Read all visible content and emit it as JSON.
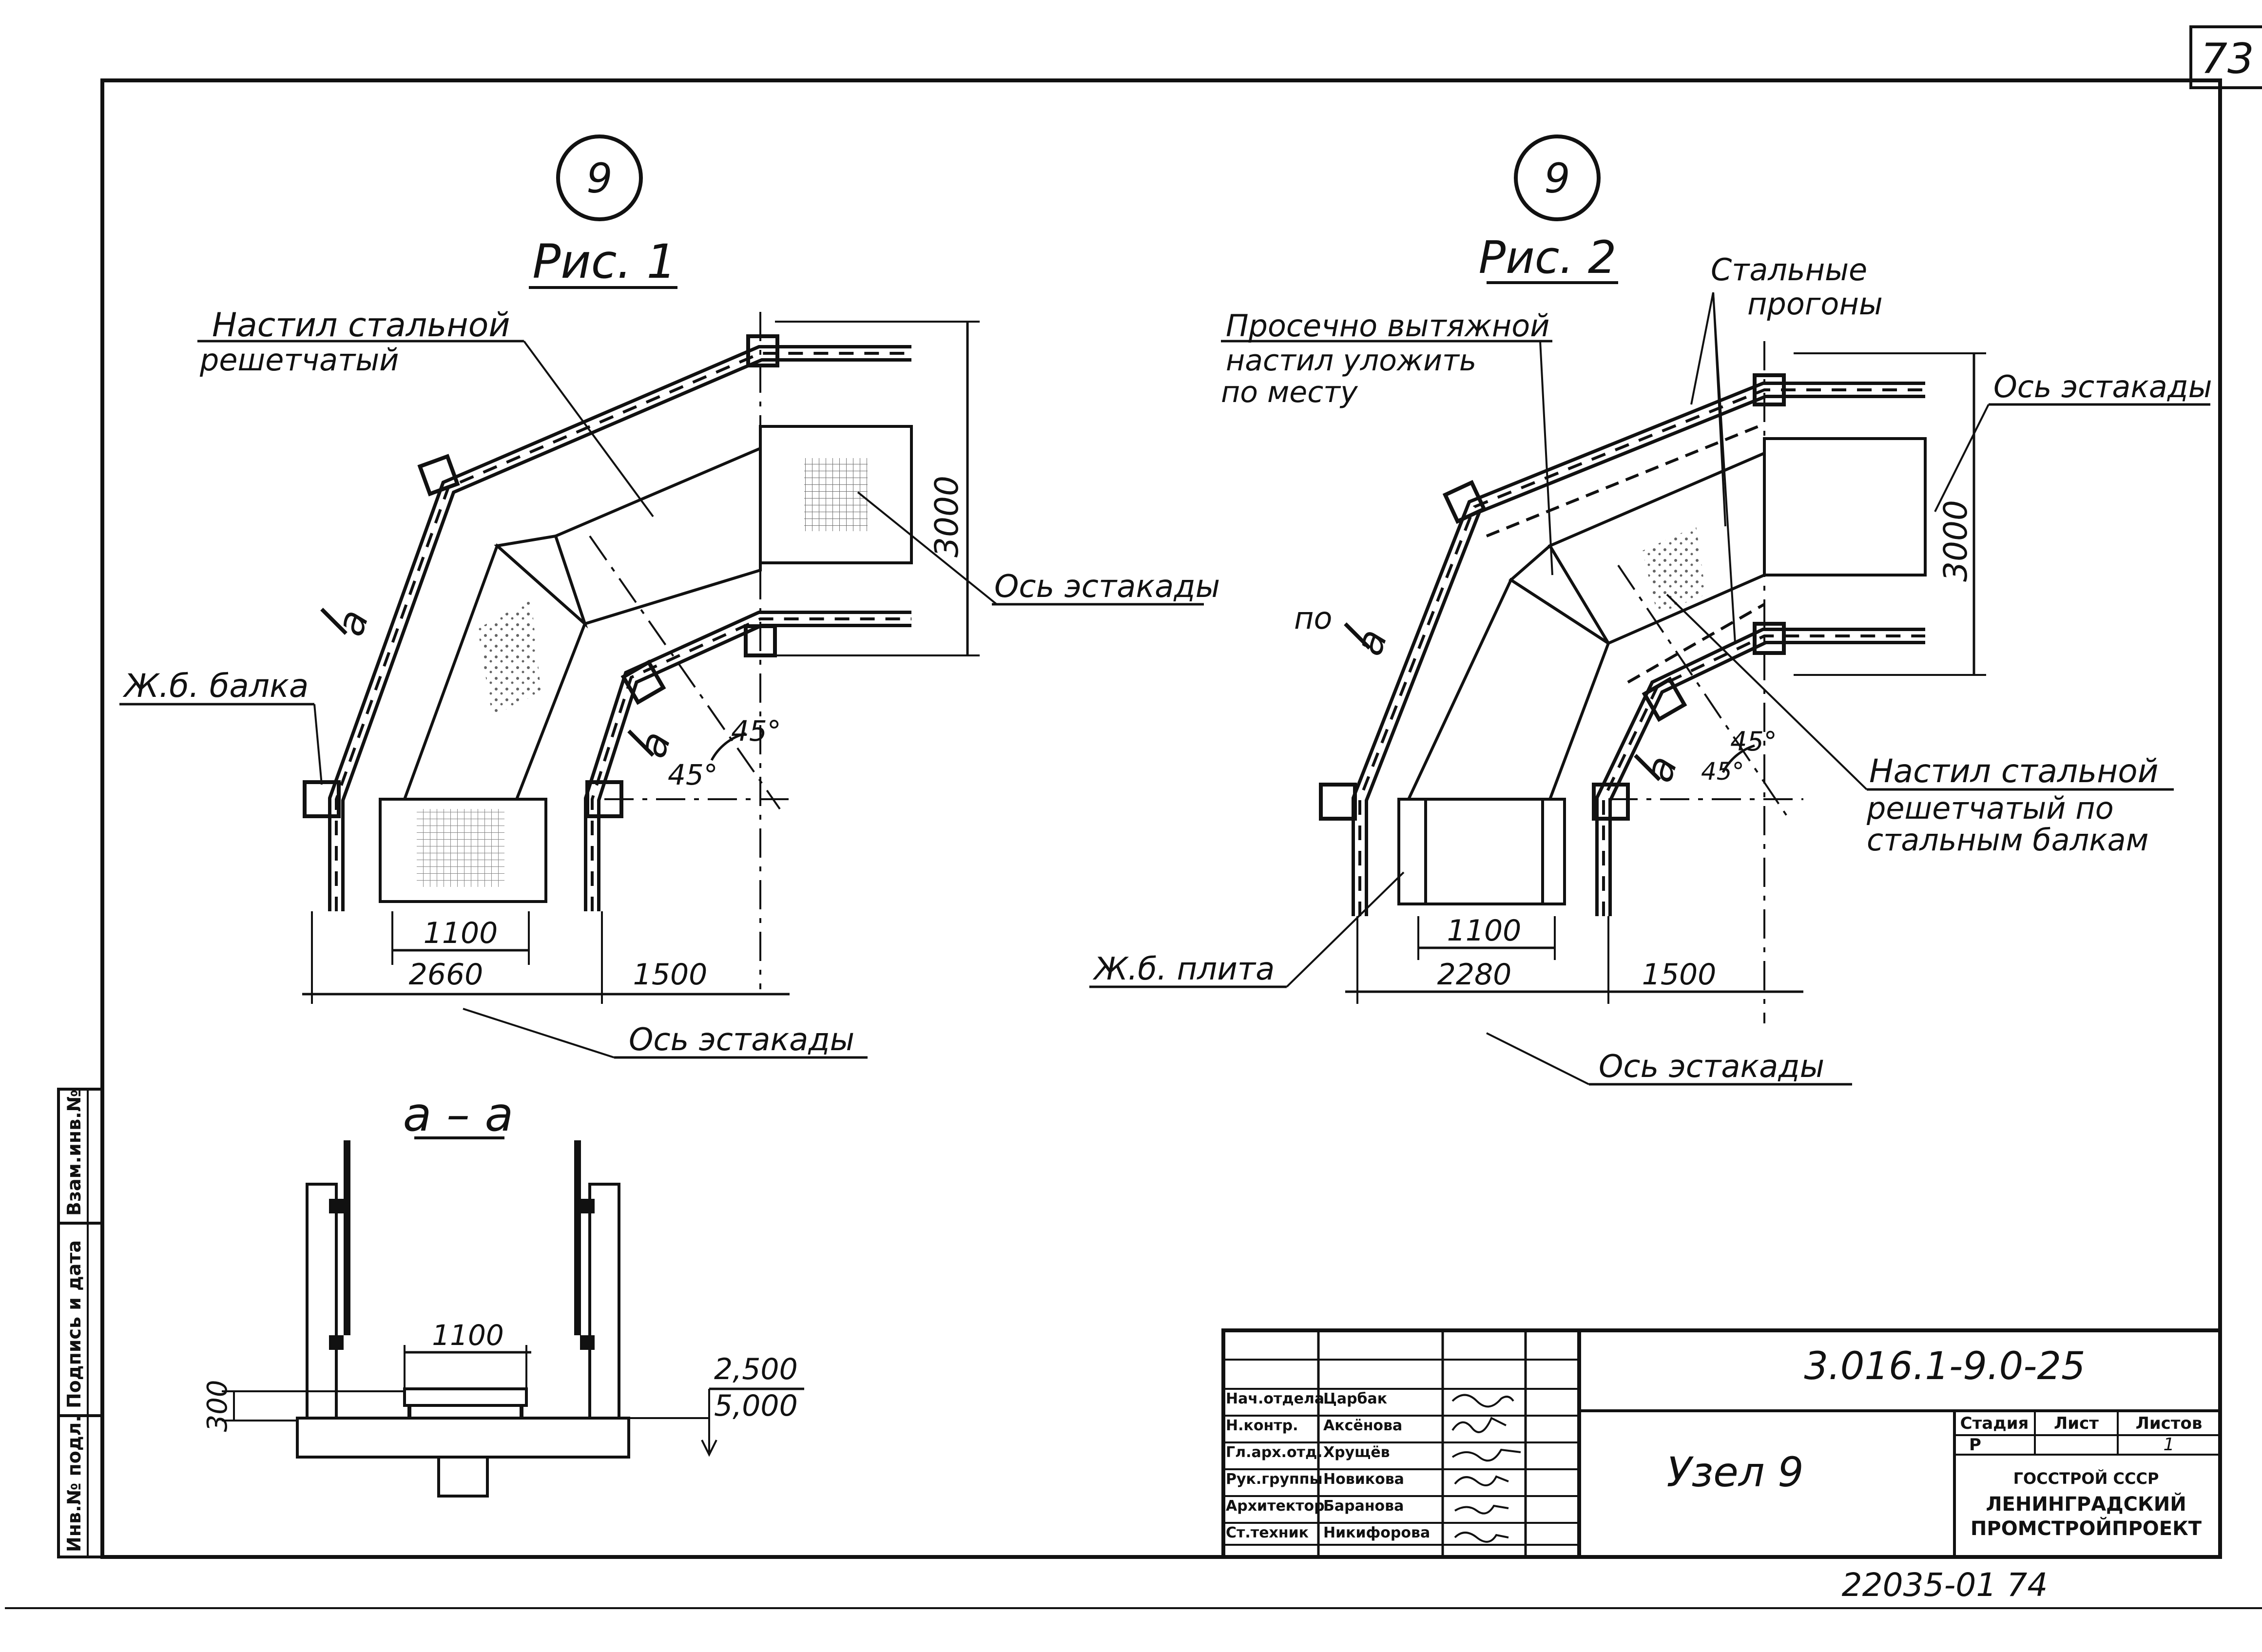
{
  "sheet": {
    "page_number": "73",
    "bottom_code": "22035-01  74",
    "colors": {
      "ink": "#111111",
      "paper": "#ffffff",
      "hatch": "#333333"
    }
  },
  "side_stamp": {
    "cells": [
      "Взам.инв.№",
      "Подпись и дата",
      "Инв.№ подл."
    ]
  },
  "fig1": {
    "node_number": "9",
    "caption": "Рис. 1",
    "label_deck": [
      "Настил стальной",
      "решетчатый"
    ],
    "label_beam": "Ж.б. балка",
    "label_axis_right": "Ось эстакады",
    "label_axis_bottom": "Ось эстакады",
    "section_mark_1": "а",
    "section_mark_2": "а",
    "dim_width": "1100",
    "dim_left": "2660",
    "dim_right": "1500",
    "dim_vertical": "3000",
    "angle_1": "45°",
    "angle_2": "45°"
  },
  "fig2": {
    "node_number": "9",
    "caption": "Рис. 2",
    "label_mesh": [
      "Просечно вытяжной",
      "настил уложить",
      "по месту"
    ],
    "label_purlins": [
      "Стальные",
      "прогоны"
    ],
    "label_axis_right": "Ось эстакады",
    "label_deck": [
      "Настил стальной",
      "решетчатый по",
      "стальным балкам"
    ],
    "label_slab": "Ж.б. плита",
    "label_axis_bottom": "Ось эстакады",
    "section_prefix": "по",
    "section_mark_1": "а",
    "section_mark_2": "а",
    "dim_width": "1100",
    "dim_left": "2280",
    "dim_right": "1500",
    "dim_vertical": "3000",
    "angle_1": "45°",
    "angle_2": "45°"
  },
  "section_aa": {
    "title": "а – а",
    "dim_width": "1100",
    "dim_height": "300",
    "level_top": "2,500",
    "level_bottom": "5,000"
  },
  "title_block": {
    "document_code": "3.016.1-9.0-25",
    "title": "Узел 9",
    "roles": [
      {
        "role": "Нач.отдела",
        "name": "Царбак"
      },
      {
        "role": "Н.контр.",
        "name": "Аксёнова"
      },
      {
        "role": "Гл.арх.отд.",
        "name": "Хрущёв"
      },
      {
        "role": "Рук.группы",
        "name": "Новикова"
      },
      {
        "role": "Архитектор",
        "name": "Баранова"
      },
      {
        "role": "Ст.техник",
        "name": "Никифорова"
      }
    ],
    "stage_header": "Стадия",
    "sheet_header": "Лист",
    "sheets_header": "Листов",
    "stage_value": "Р",
    "sheet_value": "",
    "sheets_value": "1",
    "org_lines": [
      "ГОССТРОЙ СССР",
      "ЛЕНИНГРАДСКИЙ",
      "ПРОМСТРОЙПРОЕКТ"
    ]
  }
}
